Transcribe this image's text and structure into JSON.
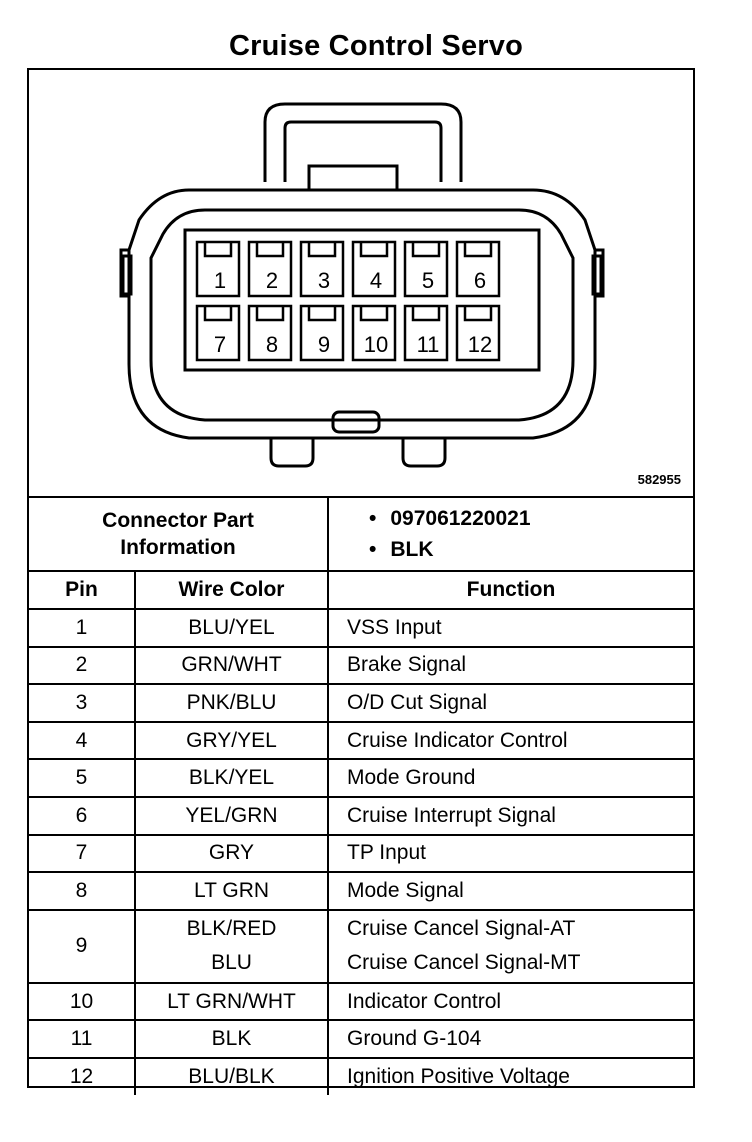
{
  "title": "Cruise Control Servo",
  "figure_id": "582955",
  "connector": {
    "pins_row1": [
      "1",
      "2",
      "3",
      "4",
      "5",
      "6"
    ],
    "pins_row2": [
      "7",
      "8",
      "9",
      "10",
      "11",
      "12"
    ]
  },
  "part_info": {
    "label_line1": "Connector Part",
    "label_line2": "Information",
    "values": [
      "097061220021",
      "BLK"
    ]
  },
  "headers": {
    "pin": "Pin",
    "wire_color": "Wire Color",
    "function": "Function"
  },
  "rows": [
    {
      "pin": "1",
      "colors": [
        "BLU/YEL"
      ],
      "functions": [
        "VSS Input"
      ]
    },
    {
      "pin": "2",
      "colors": [
        "GRN/WHT"
      ],
      "functions": [
        "Brake Signal"
      ]
    },
    {
      "pin": "3",
      "colors": [
        "PNK/BLU"
      ],
      "functions": [
        "O/D Cut Signal"
      ]
    },
    {
      "pin": "4",
      "colors": [
        "GRY/YEL"
      ],
      "functions": [
        "Cruise Indicator Control"
      ]
    },
    {
      "pin": "5",
      "colors": [
        "BLK/YEL"
      ],
      "functions": [
        "Mode Ground"
      ]
    },
    {
      "pin": "6",
      "colors": [
        "YEL/GRN"
      ],
      "functions": [
        "Cruise Interrupt Signal"
      ]
    },
    {
      "pin": "7",
      "colors": [
        "GRY"
      ],
      "functions": [
        "TP Input"
      ]
    },
    {
      "pin": "8",
      "colors": [
        "LT GRN"
      ],
      "functions": [
        "Mode Signal"
      ]
    },
    {
      "pin": "9",
      "colors": [
        "BLK/RED",
        "BLU"
      ],
      "functions": [
        "Cruise Cancel Signal-AT",
        "Cruise Cancel Signal-MT"
      ]
    },
    {
      "pin": "10",
      "colors": [
        "LT GRN/WHT"
      ],
      "functions": [
        "Indicator Control"
      ]
    },
    {
      "pin": "11",
      "colors": [
        "BLK"
      ],
      "functions": [
        "Ground G-104"
      ]
    },
    {
      "pin": "12",
      "colors": [
        "BLU/BLK"
      ],
      "functions": [
        "Ignition Positive Voltage"
      ]
    }
  ]
}
